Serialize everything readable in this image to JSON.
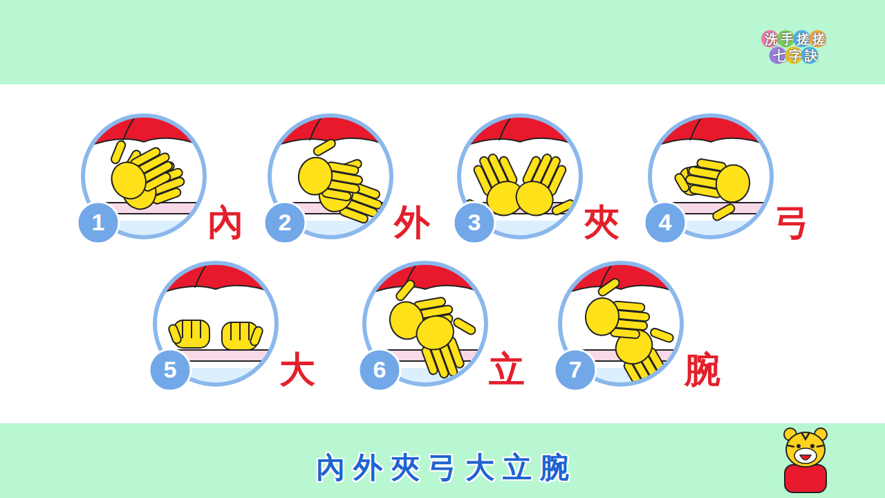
{
  "diagram": {
    "title": "洗手搓搓 七字訣",
    "caption": "內外夾弓大立腕",
    "nodes": [
      {
        "text": [
          "1",
          "內"
        ]
      },
      {
        "text": [
          "2",
          "外"
        ]
      },
      {
        "text": [
          "3",
          "夾"
        ]
      },
      {
        "text": [
          "4",
          "弓"
        ]
      },
      {
        "text": [
          "5",
          "大"
        ]
      },
      {
        "text": [
          "6",
          "立"
        ]
      },
      {
        "text": [
          "7",
          "腕"
        ]
      }
    ]
  }
}
